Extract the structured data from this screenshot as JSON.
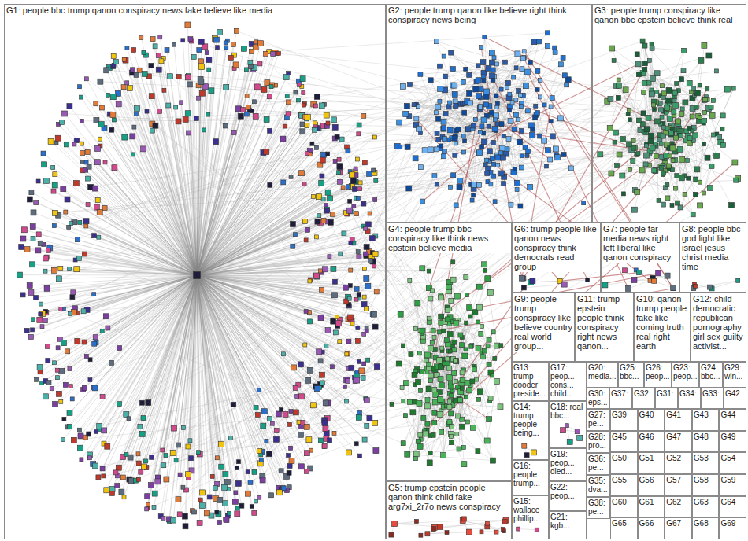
{
  "diagram": {
    "nodes": [
      {
        "text": [
          "G1: people bbc trump qanon conspiracy news fake believe like media"
        ]
      },
      {
        "text": [
          "G2: people trump qanon like believe right think conspiracy news being"
        ]
      },
      {
        "text": [
          "G3: people trump conspiracy like qanon bbc epstein believe think real"
        ]
      },
      {
        "text": [
          "G4: people trump bbc conspiracy like think news epstein believe media"
        ]
      },
      {
        "text": [
          "G6: trump people like qanon news conspiracy think democrats read group"
        ]
      },
      {
        "text": [
          "G7: people far media news right left liberal like qanon conspiracy"
        ]
      },
      {
        "text": [
          "G8: people bbc god light like israel jesus christ media time"
        ]
      },
      {
        "text": [
          "G9: people trump conspiracy like believe country real world group..."
        ]
      },
      {
        "text": [
          "G11: trump epstein people think conspiracy right news qanon..."
        ]
      },
      {
        "text": [
          "G10: qanon trump people fake like coming truth real right earth"
        ]
      },
      {
        "text": [
          "G12: child democratic republican pornography girl sex guilty activist..."
        ]
      },
      {
        "text": [
          "G13: trump dooder preside..."
        ]
      },
      {
        "text": [
          "G17: peop... cons... child..."
        ]
      },
      {
        "text": [
          "G20: media..."
        ]
      },
      {
        "text": [
          "G25: bbc..."
        ]
      },
      {
        "text": [
          "G26: peop..."
        ]
      },
      {
        "text": [
          "G23: peop..."
        ]
      },
      {
        "text": [
          "G24: bbc..."
        ]
      },
      {
        "text": [
          "G29: win..."
        ]
      },
      {
        "text": [
          "G14: trump people being..."
        ]
      },
      {
        "text": [
          "G18: real bbc..."
        ]
      },
      {
        "text": [
          "G30: eps..."
        ]
      },
      {
        "text": [
          "G37:"
        ]
      },
      {
        "text": [
          "G32:"
        ]
      },
      {
        "text": [
          "G31:"
        ]
      },
      {
        "text": [
          "G34:"
        ]
      },
      {
        "text": [
          "G33:"
        ]
      },
      {
        "text": [
          "G42"
        ]
      },
      {
        "text": [
          "G27: pe..."
        ]
      },
      {
        "text": [
          "G28: pro..."
        ]
      },
      {
        "text": [
          "G19: peop... died..."
        ]
      },
      {
        "text": [
          "G36: pe..."
        ]
      },
      {
        "text": [
          "G16: people trump..."
        ]
      },
      {
        "text": [
          "G22: peop..."
        ]
      },
      {
        "text": [
          "G35: dva..."
        ]
      },
      {
        "text": [
          "G5: trump epstein people qanon think child fake arg7xi_2r7o news conspiracy"
        ]
      },
      {
        "text": [
          "G15: wallace phillip..."
        ]
      },
      {
        "text": [
          "G38: pe..."
        ]
      },
      {
        "text": [
          "G21: kgb..."
        ]
      },
      {
        "text": [
          "G39"
        ]
      },
      {
        "text": [
          "G40"
        ]
      },
      {
        "text": [
          "G41"
        ]
      },
      {
        "text": [
          "G43"
        ]
      },
      {
        "text": [
          "G44"
        ]
      },
      {
        "text": [
          "G45"
        ]
      },
      {
        "text": [
          "G46"
        ]
      },
      {
        "text": [
          "G47"
        ]
      },
      {
        "text": [
          "G48"
        ]
      },
      {
        "text": [
          "G49"
        ]
      },
      {
        "text": [
          "G50"
        ]
      },
      {
        "text": [
          "G51"
        ]
      },
      {
        "text": [
          "G52"
        ]
      },
      {
        "text": [
          "G53"
        ]
      },
      {
        "text": [
          "G54"
        ]
      },
      {
        "text": [
          "G55"
        ]
      },
      {
        "text": [
          "G56"
        ]
      },
      {
        "text": [
          "G57"
        ]
      },
      {
        "text": [
          "G58"
        ]
      },
      {
        "text": [
          "G59"
        ]
      },
      {
        "text": [
          "G60"
        ]
      },
      {
        "text": [
          "G61"
        ]
      },
      {
        "text": [
          "G62"
        ]
      },
      {
        "text": [
          "G63"
        ]
      },
      {
        "text": [
          "G64"
        ]
      },
      {
        "text": [
          "G65"
        ]
      },
      {
        "text": [
          "G66"
        ]
      },
      {
        "text": [
          "G67"
        ]
      },
      {
        "text": [
          "G68"
        ]
      },
      {
        "text": [
          "G69"
        ]
      }
    ]
  }
}
